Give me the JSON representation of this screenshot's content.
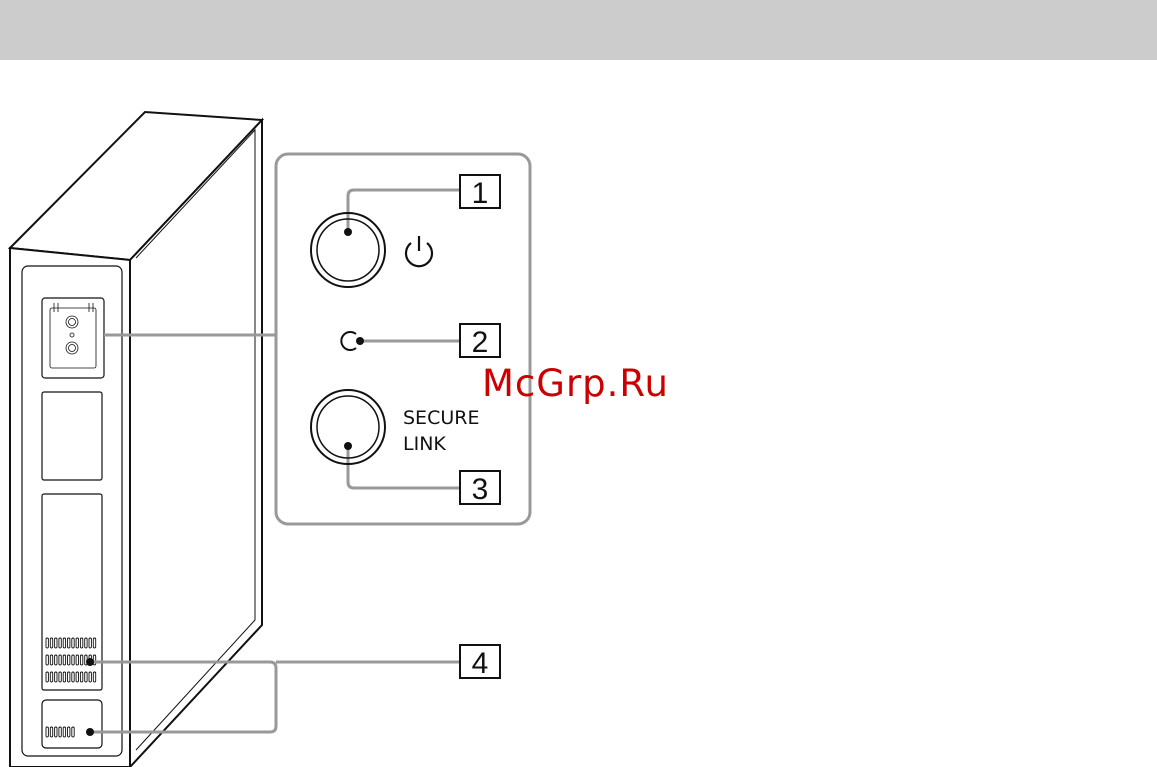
{
  "page": {
    "header_band_color": "#cccccc",
    "watermark": "McGrp.Ru"
  },
  "diagram": {
    "panel": {
      "secure_link_line1": "SECURE",
      "secure_link_line2": "LINK",
      "power_icon": "power-icon"
    },
    "callouts": [
      {
        "number": "1",
        "refers_to": "power button"
      },
      {
        "number": "2",
        "refers_to": "indicator"
      },
      {
        "number": "3",
        "refers_to": "secure link button"
      },
      {
        "number": "4",
        "refers_to": "vents"
      }
    ]
  }
}
